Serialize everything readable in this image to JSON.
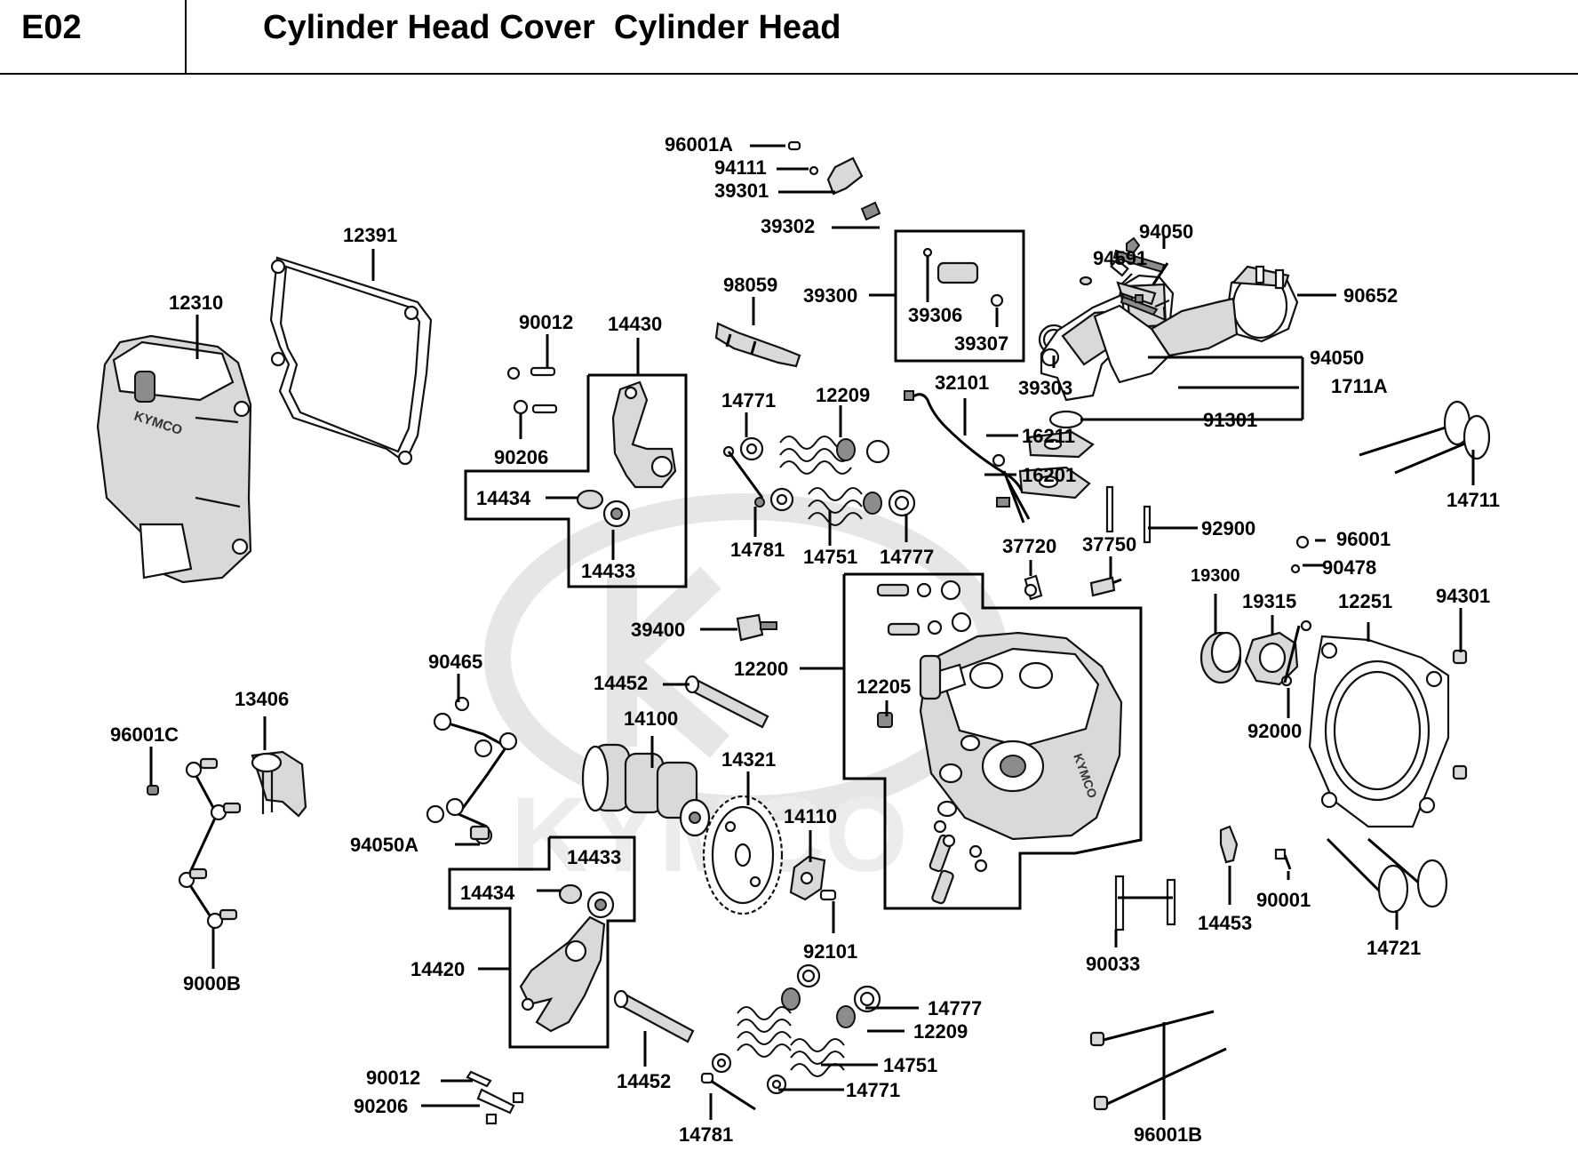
{
  "header": {
    "section_code": "E02",
    "title": "Cylinder Head Cover  Cylinder Head"
  },
  "watermark": {
    "brand": "KYMCO"
  },
  "labels": {
    "p96001A": "96001A",
    "p94111": "94111",
    "p39301": "39301",
    "p39302": "39302",
    "p39300": "39300",
    "p39306": "39306",
    "p39307": "39307",
    "p39303": "39303",
    "p94050_top": "94050",
    "p94591": "94591",
    "p90652": "90652",
    "p94050_mid": "94050",
    "p1711A": "1711A",
    "p91301": "91301",
    "p16211": "16211",
    "p16201": "16201",
    "p92900": "92900",
    "p14711": "14711",
    "p12391": "12391",
    "p12310": "12310",
    "p98059": "98059",
    "p90012_top": "90012",
    "p14430": "14430",
    "p90206_top": "90206",
    "p14434_top": "14434",
    "p14433_top": "14433",
    "p14771_top": "14771",
    "p12209_top": "12209",
    "p14781_top": "14781",
    "p14751_top": "14751",
    "p14777_top": "14777",
    "p32101": "32101",
    "p37720": "37720",
    "p37750": "37750",
    "p96001": "96001",
    "p90478": "90478",
    "p19300": "19300",
    "p19315": "19315",
    "p12251": "12251",
    "p94301": "94301",
    "p92000": "92000",
    "p39400": "39400",
    "p14452_top": "14452",
    "p12200": "12200",
    "p12205": "12205",
    "p90465": "90465",
    "p13406": "13406",
    "p96001C": "96001C",
    "p94050A": "94050A",
    "p14100": "14100",
    "p14321": "14321",
    "p14110": "14110",
    "p9000B": "9000B",
    "p14433_bot": "14433",
    "p14434_bot": "14434",
    "p14420": "14420",
    "p92101": "92101",
    "p90033": "90033",
    "p14453": "14453",
    "p90001": "90001",
    "p14721": "14721",
    "p14777_bot": "14777",
    "p12209_bot": "12209",
    "p14751_bot": "14751",
    "p14771_bot": "14771",
    "p14781_bot": "14781",
    "p14452_bot": "14452",
    "p90012_bot": "90012",
    "p90206_bot": "90206",
    "p96001B": "96001B"
  }
}
